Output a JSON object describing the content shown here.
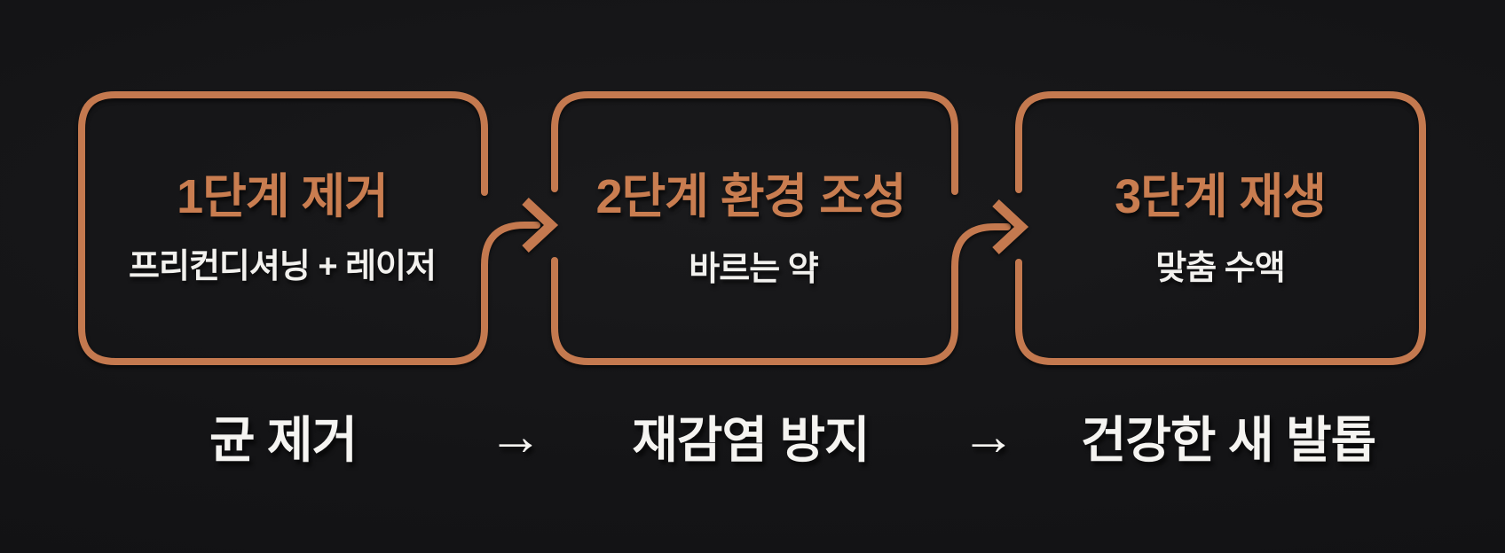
{
  "colors": {
    "background": "#141416",
    "accent_copper": "#c4794f",
    "title_copper": "#c97d50",
    "text_white": "#f5f4f1"
  },
  "steps": [
    {
      "title": "1단계 제거",
      "subtitle": "프리컨디셔닝 + 레이저",
      "result": "균 제거"
    },
    {
      "title": "2단계 환경 조성",
      "subtitle": "바르는 약",
      "result": "재감염 방지"
    },
    {
      "title": "3단계 재생",
      "subtitle": "맞춤 수액",
      "result": "건강한 새 발톱"
    }
  ],
  "flow": {
    "arrow_symbol": "→"
  }
}
